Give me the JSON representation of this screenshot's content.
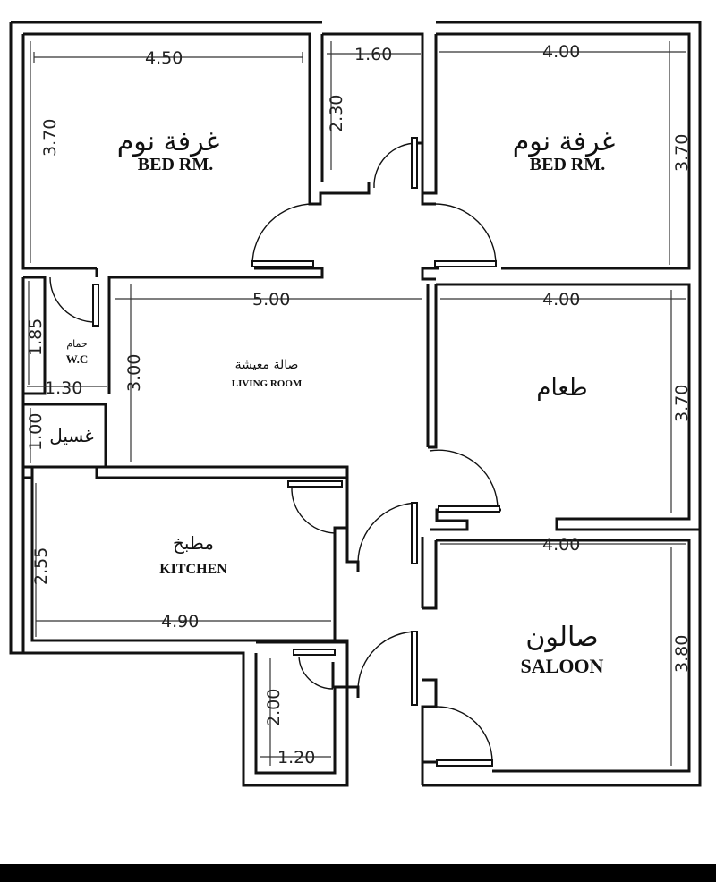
{
  "rooms": {
    "bed1": {
      "ar": "غرفة نوم",
      "en": "BED RM."
    },
    "bed2": {
      "ar": "غرفة نوم",
      "en": "BED RM."
    },
    "wc": {
      "ar": "حمام",
      "en": "W.C"
    },
    "washing": {
      "ar": "غسيل"
    },
    "living": {
      "ar": "صالة معيشة",
      "en": "LIVING ROOM"
    },
    "dining": {
      "ar": "طعام"
    },
    "kitchen": {
      "ar": "مطبخ",
      "en": "KITCHEN"
    },
    "saloon": {
      "ar": "صالون",
      "en": "SALOON"
    }
  },
  "dims": {
    "bed1_w": "4.50",
    "bed1_h": "3.70",
    "corr_w": "1.60",
    "corr_h": "2.30",
    "bed2_w": "4.00",
    "bed2_h": "3.70",
    "wc_h": "1.85",
    "wc_w": "1.30",
    "wash_h": "1.00",
    "living_w": "5.00",
    "living_h": "3.00",
    "dining_w": "4.00",
    "dining_h": "3.70",
    "kitchen_h": "2.55",
    "kitchen_w": "4.90",
    "saloon_w": "4.00",
    "saloon_h": "3.80",
    "store_h": "2.00",
    "store_w": "1.20"
  },
  "colors": {
    "wall": "#111111",
    "background": "#ffffff",
    "bottom_bar": "#000000"
  }
}
